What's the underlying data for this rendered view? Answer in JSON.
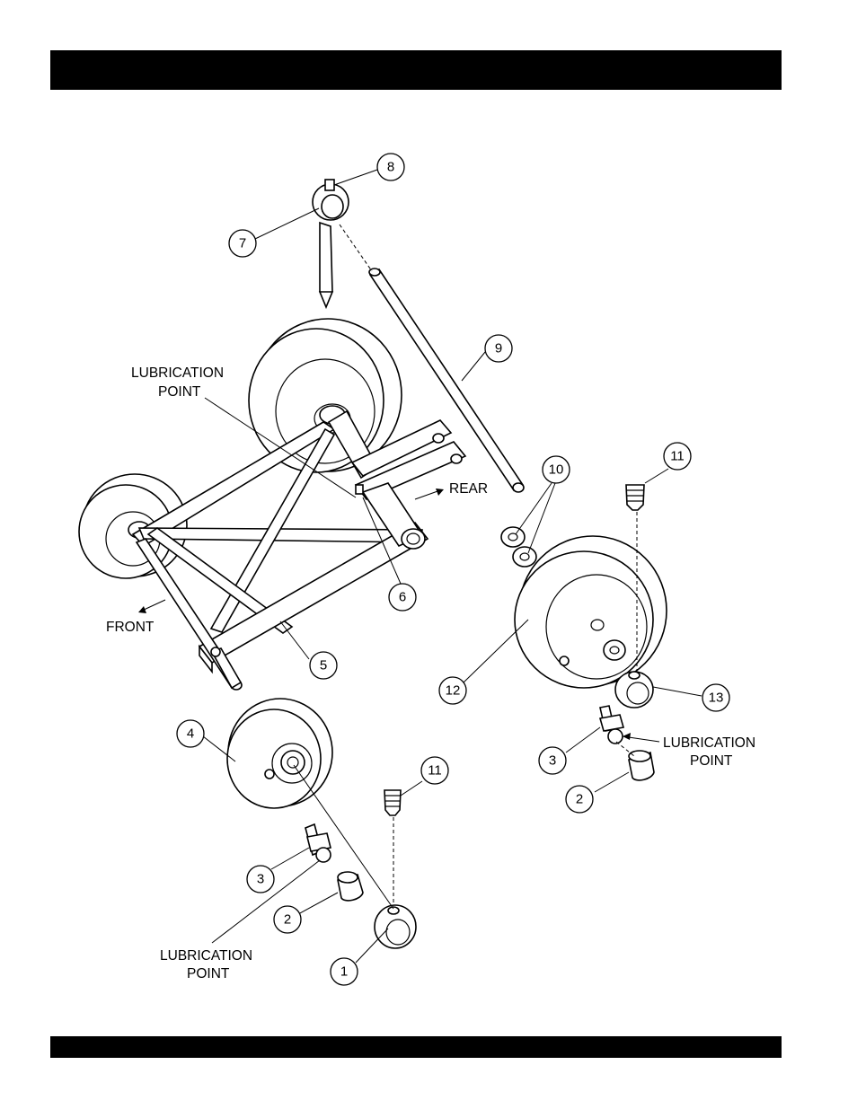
{
  "header": {
    "title": ""
  },
  "footer": {
    "text": ""
  },
  "diagram": {
    "labels": {
      "lub_top_line1": "LUBRICATION",
      "lub_top_line2": "POINT",
      "lub_right_line1": "LUBRICATION",
      "lub_right_line2": "POINT",
      "lub_bottom_line1": "LUBRICATION",
      "lub_bottom_line2": "POINT",
      "rear": "REAR",
      "front": "FRONT"
    },
    "callouts": {
      "c1": "1",
      "c2a": "2",
      "c2b": "2",
      "c3a": "3",
      "c3b": "3",
      "c4": "4",
      "c5": "5",
      "c6": "6",
      "c7": "7",
      "c8": "8",
      "c9": "9",
      "c10": "10",
      "c11a": "11",
      "c11b": "11",
      "c12": "12",
      "c13": "13"
    }
  }
}
